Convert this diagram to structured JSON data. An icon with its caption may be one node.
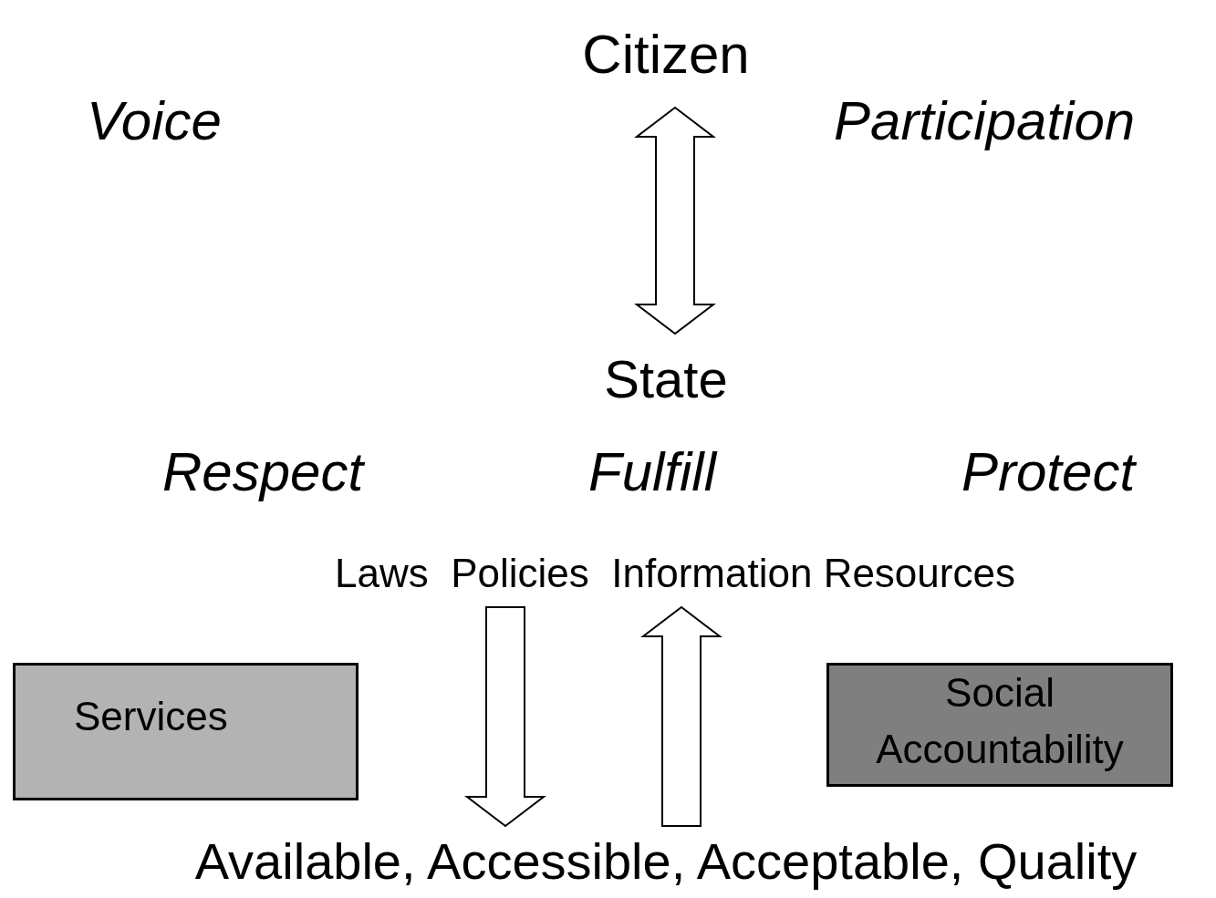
{
  "diagram": {
    "nodes": [
      {
        "text": [
          "Citizen"
        ]
      },
      {
        "text": [
          "State"
        ]
      },
      {
        "text": [
          "Laws  Policies  Information Resources"
        ]
      },
      {
        "text": [
          "Services"
        ]
      },
      {
        "text": [
          "Social Accountability"
        ]
      },
      {
        "text": [
          "Available, Accessible, Acceptable, Quality"
        ]
      }
    ],
    "edges": [
      {
        "from": 0,
        "to": 1,
        "arrow": "both"
      },
      {
        "from": 2,
        "to": 5,
        "arrow": "to"
      },
      {
        "from": 5,
        "to": 2,
        "arrow": "to"
      }
    ],
    "labels": [
      "Voice",
      "Participation",
      "Respect",
      "Fulfill",
      "Protect"
    ]
  }
}
